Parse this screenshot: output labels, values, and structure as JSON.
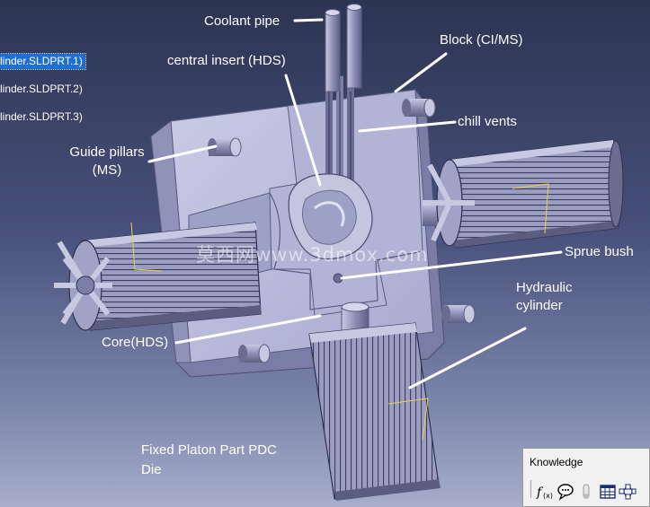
{
  "tree": {
    "items": [
      {
        "label": "linder.SLDPRT.1)",
        "selected": true
      },
      {
        "label": "linder.SLDPRT.2)",
        "selected": false
      },
      {
        "label": "linder.SLDPRT.3)",
        "selected": false
      }
    ]
  },
  "callouts": {
    "coolant_pipe": "Coolant pipe",
    "block": "Block (CI/MS)",
    "central_insert": "central insert (HDS)",
    "chill_vents": "chill vents",
    "guide_pillars_line1": "Guide pillars",
    "guide_pillars_line2": "(MS)",
    "sprue_bush": "Sprue bush",
    "hydraulic_line1": "Hydraulic",
    "hydraulic_line2": "cylinder",
    "core": "Core(HDS)"
  },
  "caption": {
    "line1": "Fixed Platon Part PDC",
    "line2": "Die"
  },
  "watermark": "莫西网www.3dmox.com",
  "toolbar": {
    "title": "Knowledge",
    "icons": [
      "formula-icon",
      "comment-icon",
      "check-icon",
      "table-icon",
      "parameters-icon"
    ]
  },
  "colors": {
    "part_fill": "#b9bbd9",
    "part_dark": "#8a8db4",
    "selection": "#1e6fd1",
    "label": "#ffffff"
  }
}
